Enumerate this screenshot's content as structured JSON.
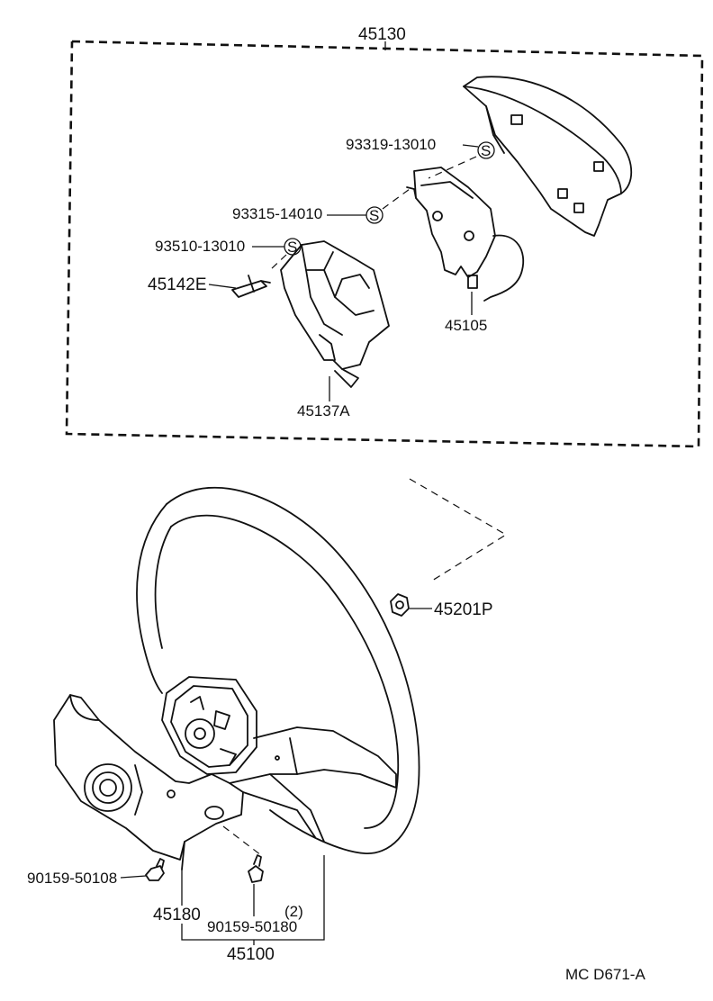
{
  "callouts": {
    "assembly_top": "45130",
    "s1": "93319-13010",
    "s2": "93315-14010",
    "s3": "93510-13010",
    "pin": "45142E",
    "plate": "45105",
    "bracket": "45137A",
    "nut": "45201P",
    "screw_left": "90159-50108",
    "cover_left": "45180",
    "screw_qty": "(2)",
    "screw_right": "90159-50180",
    "wheel": "45100"
  },
  "symbols": {
    "snap": "S"
  },
  "footer": {
    "code": "MC  D671-A"
  }
}
